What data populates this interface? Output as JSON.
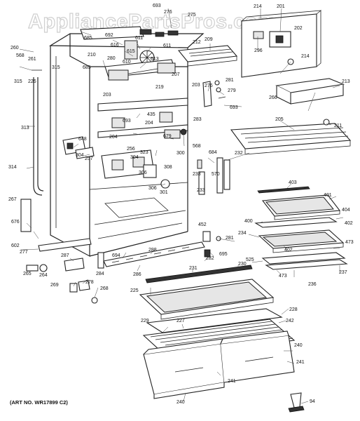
{
  "watermark": "AppliancePartsPros.com",
  "art_number": "(ART NO. WR17899 C2)",
  "part_labels": [
    {
      "id": "p693a",
      "text": "693"
    },
    {
      "id": "p276a",
      "text": "276"
    },
    {
      "id": "p275",
      "text": "275"
    },
    {
      "id": "p214a",
      "text": "214"
    },
    {
      "id": "p201",
      "text": "201"
    },
    {
      "id": "p202",
      "text": "202"
    },
    {
      "id": "p296",
      "text": "296"
    },
    {
      "id": "p214b",
      "text": "214"
    },
    {
      "id": "p209",
      "text": "209"
    },
    {
      "id": "p212",
      "text": "212"
    },
    {
      "id": "p692",
      "text": "692"
    },
    {
      "id": "p611a",
      "text": "611"
    },
    {
      "id": "p611b",
      "text": "611"
    },
    {
      "id": "p616",
      "text": "616"
    },
    {
      "id": "p615",
      "text": "615"
    },
    {
      "id": "p610",
      "text": "610"
    },
    {
      "id": "p613",
      "text": "613"
    },
    {
      "id": "p685a",
      "text": "685"
    },
    {
      "id": "p685b",
      "text": "685"
    },
    {
      "id": "p210",
      "text": "210"
    },
    {
      "id": "p280",
      "text": "280"
    },
    {
      "id": "p207",
      "text": "207"
    },
    {
      "id": "p260",
      "text": "260"
    },
    {
      "id": "p261",
      "text": "261"
    },
    {
      "id": "p568a",
      "text": "568"
    },
    {
      "id": "p315a",
      "text": "315"
    },
    {
      "id": "p315b",
      "text": "315"
    },
    {
      "id": "p226",
      "text": "226"
    },
    {
      "id": "p203a",
      "text": "203"
    },
    {
      "id": "p203b",
      "text": "203"
    },
    {
      "id": "p219",
      "text": "219"
    },
    {
      "id": "p281a",
      "text": "281"
    },
    {
      "id": "p276b",
      "text": "276"
    },
    {
      "id": "p279",
      "text": "279"
    },
    {
      "id": "p283",
      "text": "283"
    },
    {
      "id": "p693b",
      "text": "693"
    },
    {
      "id": "p266",
      "text": "266"
    },
    {
      "id": "p213",
      "text": "213"
    },
    {
      "id": "p435",
      "text": "435"
    },
    {
      "id": "p693c",
      "text": "693"
    },
    {
      "id": "p204a",
      "text": "204"
    },
    {
      "id": "p205",
      "text": "205"
    },
    {
      "id": "p211",
      "text": "211"
    },
    {
      "id": "p313",
      "text": "313"
    },
    {
      "id": "p204b",
      "text": "204"
    },
    {
      "id": "p648",
      "text": "648"
    },
    {
      "id": "p256",
      "text": "256"
    },
    {
      "id": "p679",
      "text": "679"
    },
    {
      "id": "p323",
      "text": "323"
    },
    {
      "id": "p300",
      "text": "300"
    },
    {
      "id": "p568b",
      "text": "568"
    },
    {
      "id": "p304a",
      "text": "304"
    },
    {
      "id": "p304b",
      "text": "304"
    },
    {
      "id": "p257",
      "text": "257"
    },
    {
      "id": "p308",
      "text": "308"
    },
    {
      "id": "p684",
      "text": "684"
    },
    {
      "id": "p232",
      "text": "232"
    },
    {
      "id": "p570",
      "text": "570"
    },
    {
      "id": "p233a",
      "text": "233"
    },
    {
      "id": "p233b",
      "text": "233"
    },
    {
      "id": "p314",
      "text": "314"
    },
    {
      "id": "p306a",
      "text": "306"
    },
    {
      "id": "p306b",
      "text": "306"
    },
    {
      "id": "p301",
      "text": "301"
    },
    {
      "id": "p267",
      "text": "267"
    },
    {
      "id": "p403",
      "text": "403"
    },
    {
      "id": "p401",
      "text": "401"
    },
    {
      "id": "p404",
      "text": "404"
    },
    {
      "id": "p400",
      "text": "400"
    },
    {
      "id": "p402a",
      "text": "402"
    },
    {
      "id": "p676",
      "text": "676"
    },
    {
      "id": "p452",
      "text": "452"
    },
    {
      "id": "p234",
      "text": "234"
    },
    {
      "id": "p281b",
      "text": "281"
    },
    {
      "id": "p473a",
      "text": "473"
    },
    {
      "id": "p602",
      "text": "602"
    },
    {
      "id": "p277",
      "text": "277"
    },
    {
      "id": "p402b",
      "text": "402"
    },
    {
      "id": "p525",
      "text": "525"
    },
    {
      "id": "p287",
      "text": "287"
    },
    {
      "id": "p694",
      "text": "694"
    },
    {
      "id": "p288",
      "text": "288"
    },
    {
      "id": "p282",
      "text": "282"
    },
    {
      "id": "p695",
      "text": "695"
    },
    {
      "id": "p230",
      "text": "230"
    },
    {
      "id": "p237",
      "text": "237"
    },
    {
      "id": "p265",
      "text": "265"
    },
    {
      "id": "p264",
      "text": "264"
    },
    {
      "id": "p284",
      "text": "284"
    },
    {
      "id": "p286",
      "text": "286"
    },
    {
      "id": "p231",
      "text": "231"
    },
    {
      "id": "p473b",
      "text": "473"
    },
    {
      "id": "p236",
      "text": "236"
    },
    {
      "id": "p269",
      "text": "269"
    },
    {
      "id": "p278",
      "text": "278"
    },
    {
      "id": "p268",
      "text": "268"
    },
    {
      "id": "p225",
      "text": "225"
    },
    {
      "id": "p228",
      "text": "228"
    },
    {
      "id": "p229",
      "text": "229"
    },
    {
      "id": "p227",
      "text": "227"
    },
    {
      "id": "p242",
      "text": "242"
    },
    {
      "id": "p240a",
      "text": "240"
    },
    {
      "id": "p241a",
      "text": "241"
    },
    {
      "id": "p241b",
      "text": "241"
    },
    {
      "id": "p240b",
      "text": "240"
    },
    {
      "id": "p94",
      "text": "94"
    }
  ]
}
